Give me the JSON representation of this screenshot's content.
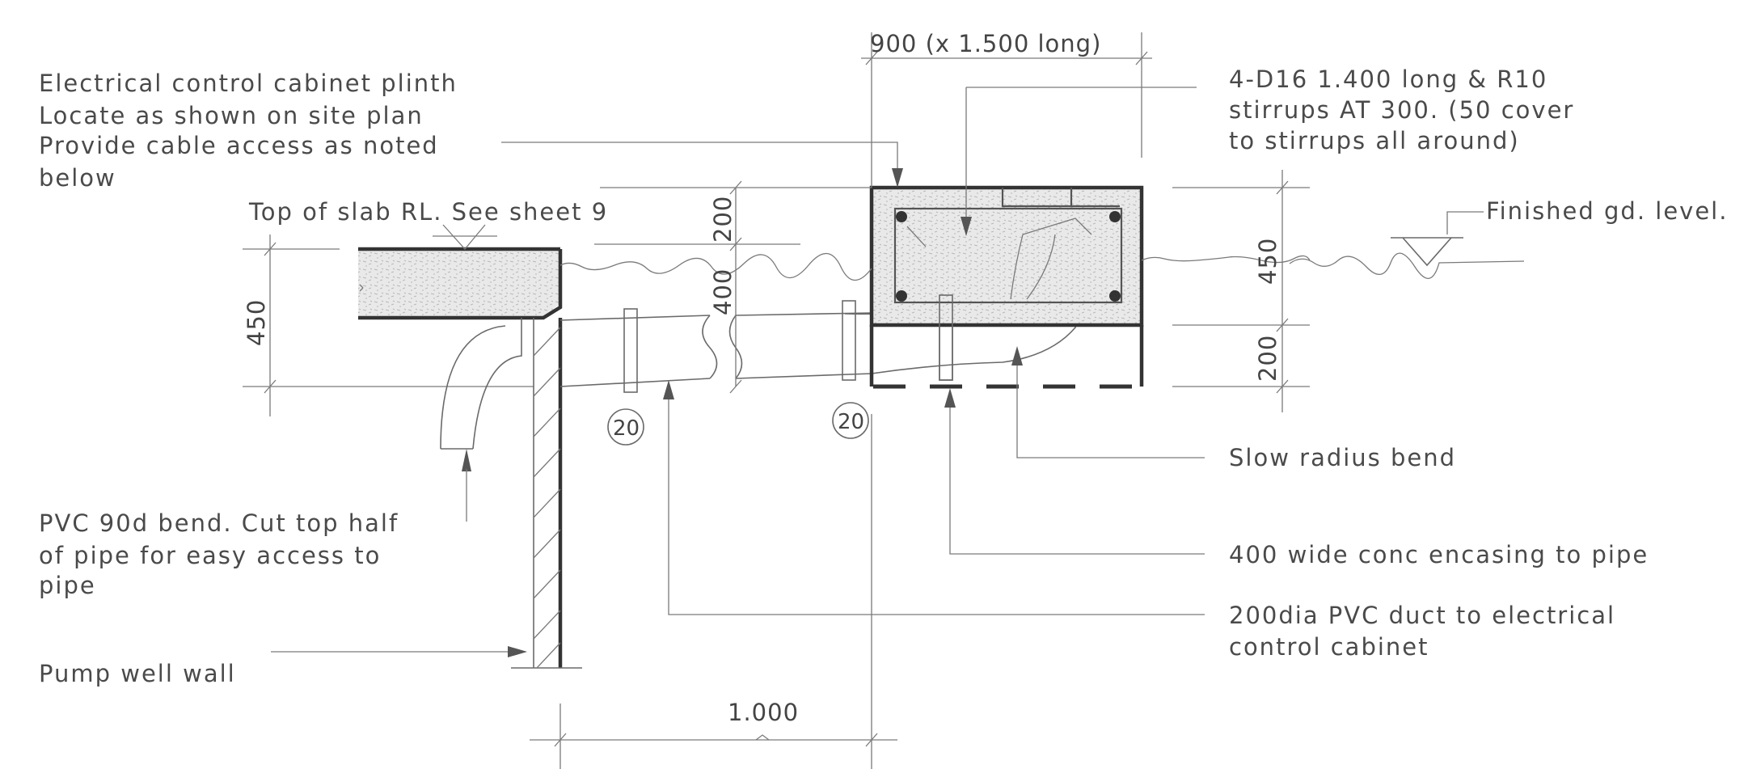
{
  "notes": {
    "cabinet_plinth": [
      "Electrical control cabinet plinth",
      "Locate as shown on site plan",
      "Provide cable access as noted",
      "below"
    ],
    "top_of_slab": "Top of slab RL. See sheet 9",
    "reinforcement": [
      "4-D16 1.400 long & R10",
      "stirrups AT 300. (50 cover",
      "to stirrups all around)"
    ],
    "finished_ground": "Finished gd. level.",
    "pvc_bend": [
      "PVC 90d bend. Cut top half",
      "of pipe for easy access to",
      "pipe"
    ],
    "pump_well_wall": "Pump well wall",
    "slow_radius_bend": "Slow radius bend",
    "conc_encasing": "400 wide conc encasing to pipe",
    "pvc_duct": [
      "200dia PVC duct to electrical",
      "control cabinet"
    ]
  },
  "dimensions": {
    "plinth_width": "900 (x 1.500 long)",
    "slab_thickness": "450",
    "plinth_top": "200",
    "duct_depth": "400",
    "plinth_height": "450",
    "plinth_bottom": "200",
    "span": "1.000"
  },
  "callouts": {
    "left": "20",
    "right": "20"
  },
  "colors": {
    "line": "#6a6a6a",
    "concrete_fill": "#e6e6e6",
    "outline": "#333333"
  }
}
